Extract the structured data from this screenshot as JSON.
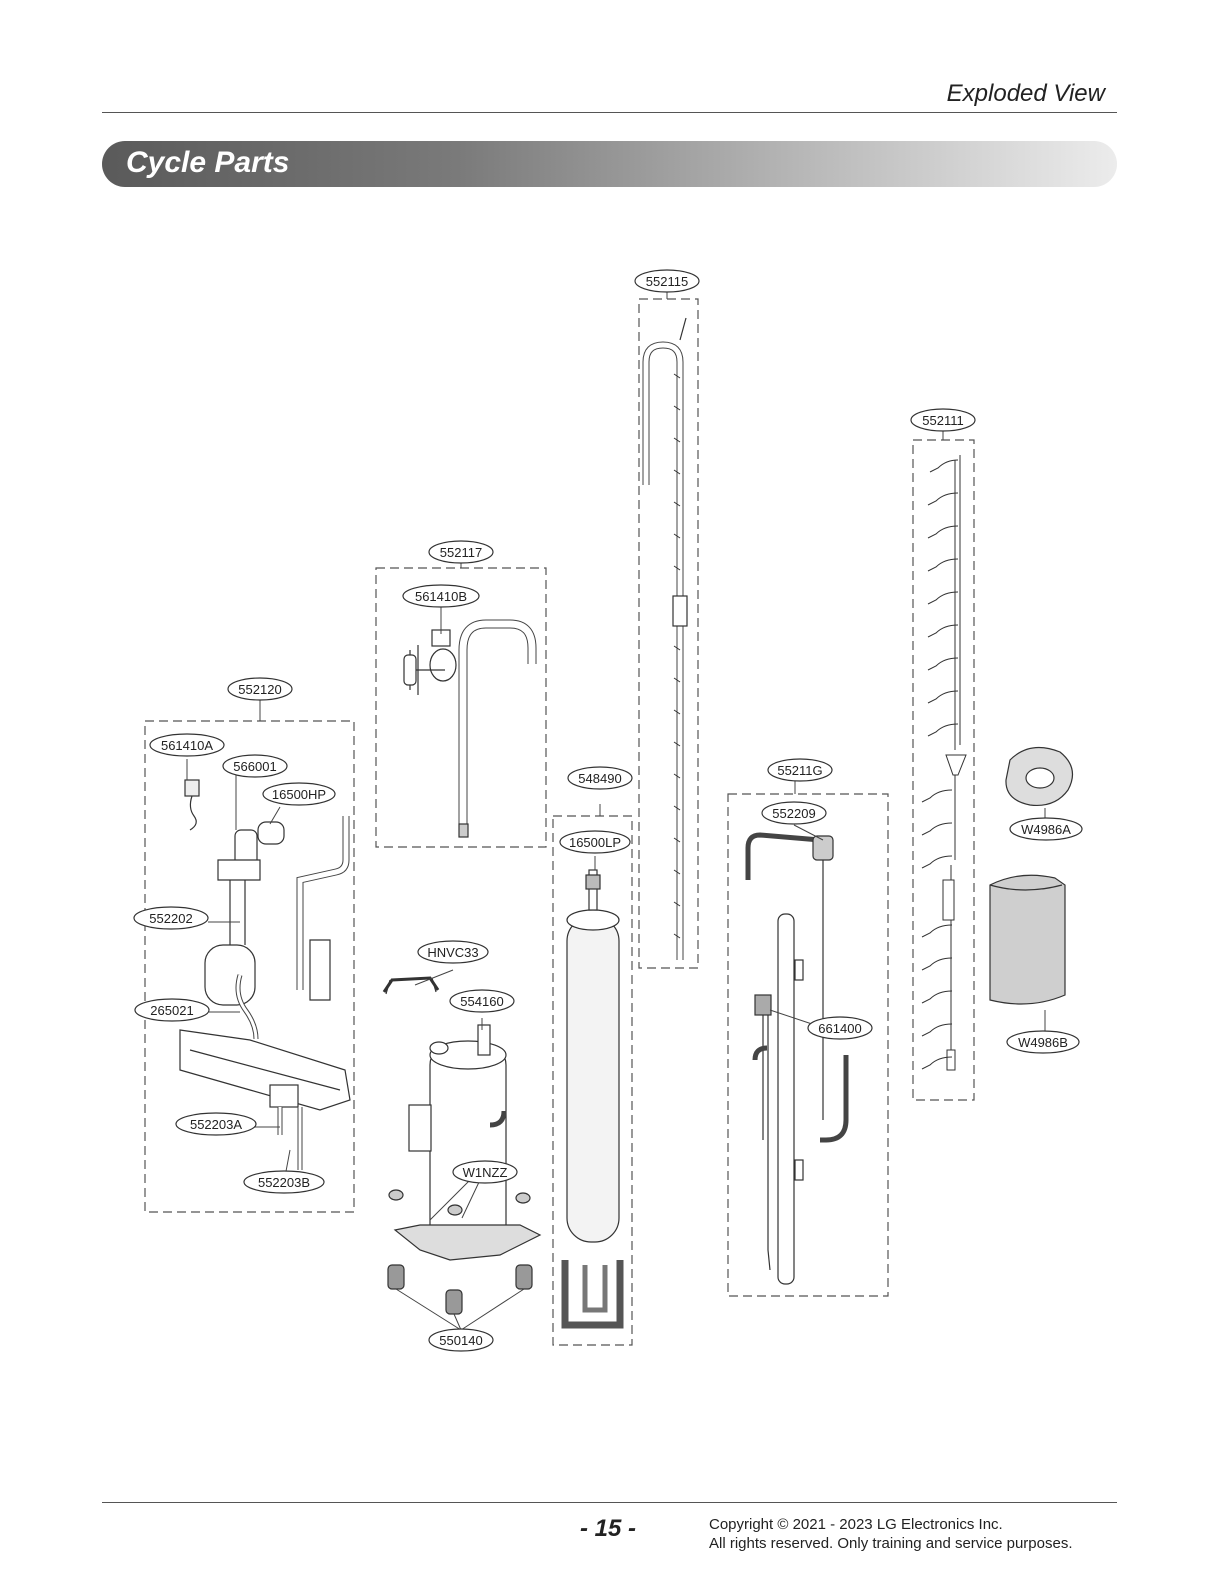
{
  "header": {
    "section_title": "Exploded View"
  },
  "band": {
    "title": "Cycle Parts"
  },
  "labels": {
    "g552115": "552115",
    "g552111": "552111",
    "g552117": "552117",
    "p561410B": "561410B",
    "g552120": "552120",
    "p561410A": "561410A",
    "p566001": "566001",
    "p16500HP": "16500HP",
    "p552202": "552202",
    "p265021": "265021",
    "p552203A": "552203A",
    "p552203B": "552203B",
    "pHNVC33": "HNVC33",
    "p554160": "554160",
    "pW1NZZ": "W1NZZ",
    "p550140": "550140",
    "g548490": "548490",
    "p16500LP": "16500LP",
    "g55211G": "55211G",
    "p552209": "552209",
    "p661400": "661400",
    "pW4986A": "W4986A",
    "pW4986B": "W4986B"
  },
  "footer": {
    "page_number": "- 15 -",
    "copyright_line1": "Copyright © 2021 - 2023 LG Electronics Inc.",
    "copyright_line2": "All rights reserved. Only training and service purposes."
  }
}
